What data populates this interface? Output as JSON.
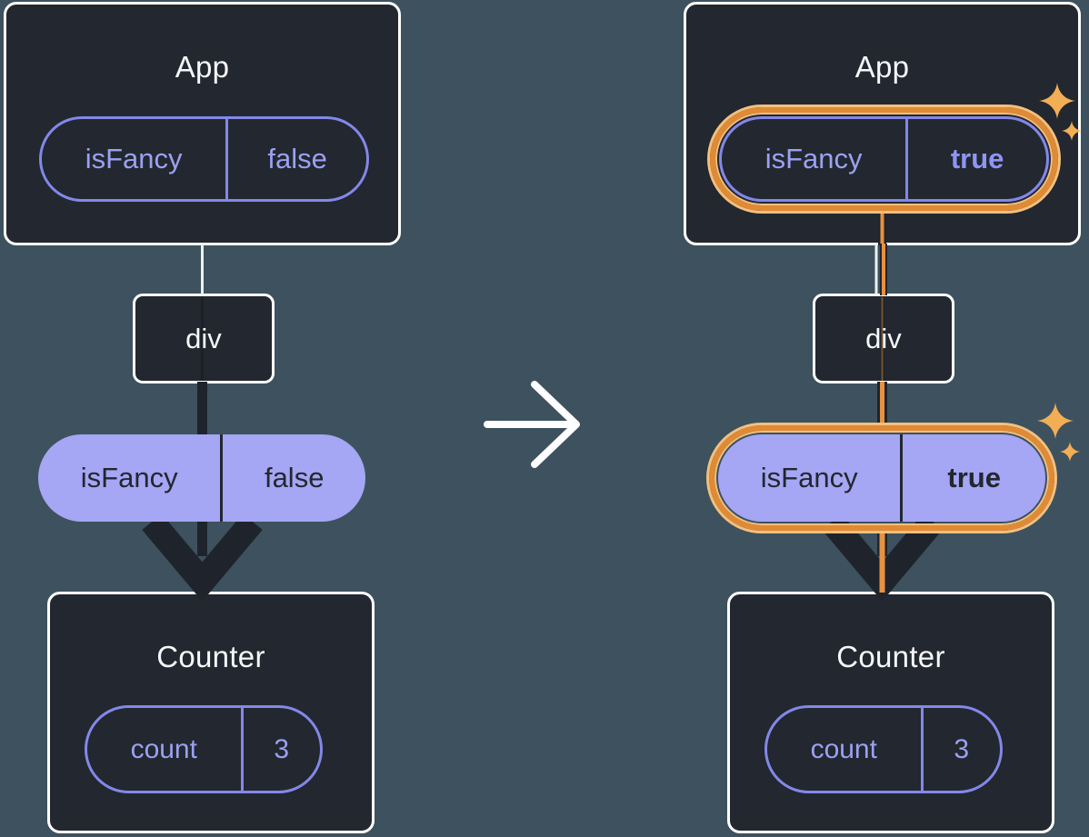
{
  "colors": {
    "background": "#3D525E",
    "box_fill": "#23272F",
    "box_border": "#FFFFFF",
    "purple_text": "#9BA1F1",
    "purple_border": "#8288E9",
    "pill_fill": "#A5A6F4",
    "pill_fill_text": "#23272F",
    "arrow_dark": "#1F242C",
    "highlight_orange": "#DF8A35",
    "highlight_orange_light": "#F3C07F",
    "orange_line": "#E89141",
    "sparkle": "#F2AE55",
    "white_line": "#ECEFF1"
  },
  "before": {
    "app": {
      "title": "App",
      "prop": {
        "name": "isFancy",
        "value": "false"
      }
    },
    "div": {
      "label": "div"
    },
    "passed_prop": {
      "name": "isFancy",
      "value": "false"
    },
    "counter": {
      "title": "Counter",
      "state": {
        "name": "count",
        "value": "3"
      }
    }
  },
  "after": {
    "app": {
      "title": "App",
      "prop": {
        "name": "isFancy",
        "value": "true"
      }
    },
    "div": {
      "label": "div"
    },
    "passed_prop": {
      "name": "isFancy",
      "value": "true"
    },
    "counter": {
      "title": "Counter",
      "state": {
        "name": "count",
        "value": "3"
      }
    }
  }
}
